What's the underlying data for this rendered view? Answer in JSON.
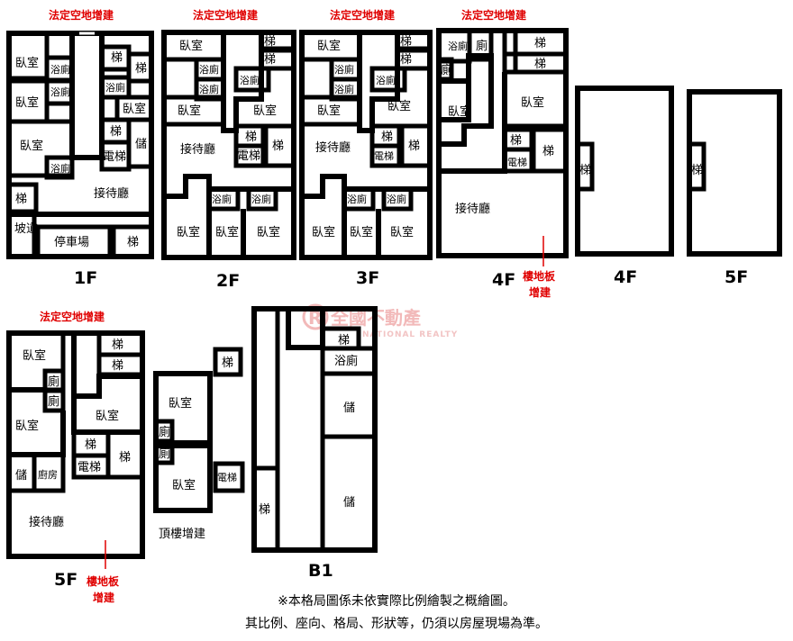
{
  "labels": {
    "setback": "法定空地增建",
    "bedroom": "臥室",
    "bath": "浴廁",
    "toilet": "廁",
    "stairs": "梯",
    "elevator": "電梯",
    "storage": "儲",
    "reception": "接待廳",
    "ramp": "坡道",
    "parking": "停車場",
    "kitchen": "廚房",
    "floor_ext_1": "樓地板",
    "floor_ext_2": "增建",
    "rooftop_ext": "頂樓增建"
  },
  "floors": {
    "f1": "1F",
    "f2": "2F",
    "f3": "3F",
    "f4": "4F",
    "f5": "5F",
    "b1": "B1"
  },
  "watermark": {
    "logo": "全國不動產",
    "sub": "NATIONAL REALTY",
    "initial": "R"
  },
  "notes": {
    "line1": "※本格局圖係未依實際比例繪製之概繪圖。",
    "line2": "其比例、座向、格局、形狀等，仍須以房屋現場為準。"
  },
  "colors": {
    "wall": "#000000",
    "annotation": "#e00000",
    "watermark": "#f2b9b9"
  }
}
